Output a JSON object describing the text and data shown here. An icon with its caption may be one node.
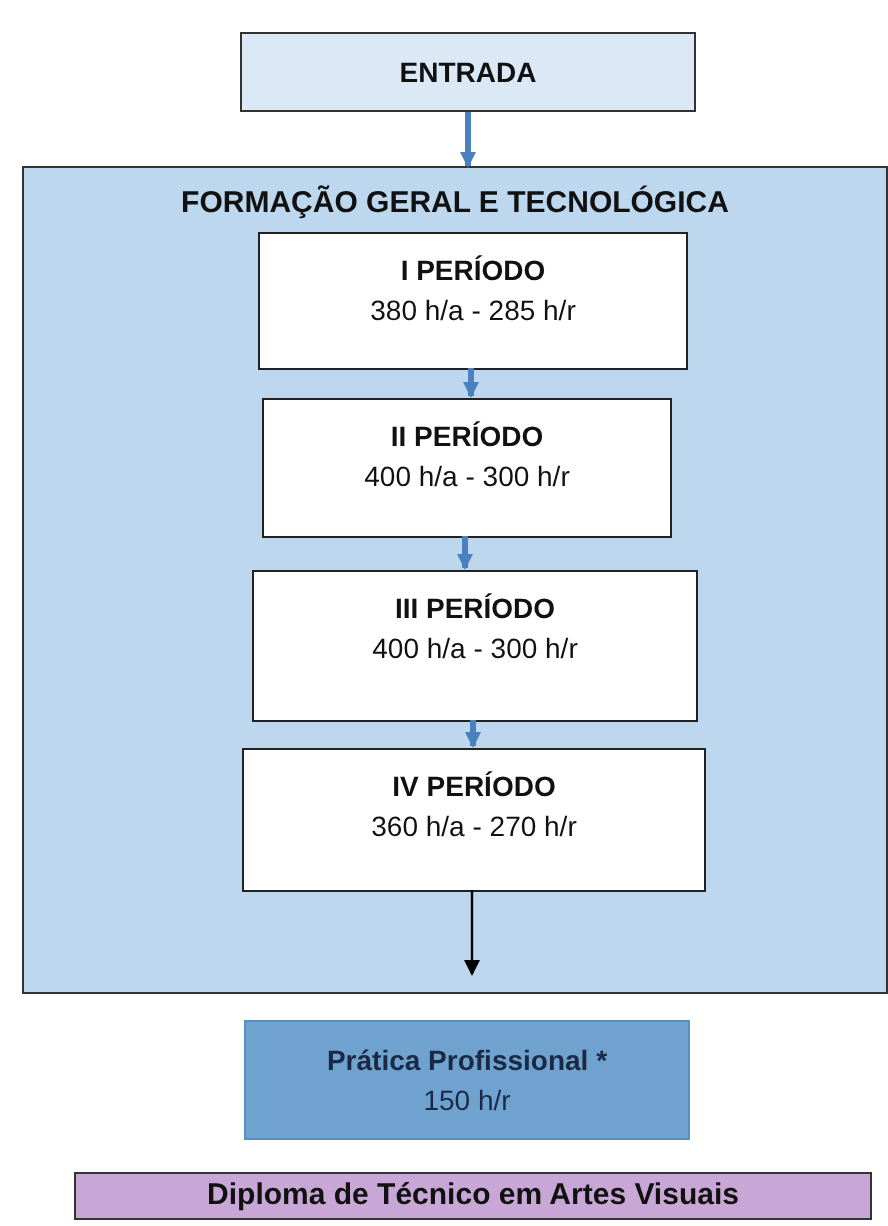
{
  "diagram": {
    "nodes": [
      {
        "text": [
          "ENTRADA"
        ]
      },
      {
        "text": [
          "FORMAÇÃO GERAL E TECNOLÓGICA"
        ]
      },
      {
        "text": [
          "I PERÍODO",
          "380 h/a - 285 h/r"
        ],
        "in": 1
      },
      {
        "text": [
          "II PERÍODO",
          "400 h/a - 300 h/r"
        ],
        "in": 1
      },
      {
        "text": [
          "III PERÍODO",
          "400 h/a - 300 h/r"
        ],
        "in": 1
      },
      {
        "text": [
          "IV PERÍODO",
          "360 h/a - 270 h/r"
        ],
        "in": 1
      },
      {
        "text": [
          "Prática Profissional *",
          "150 h/r"
        ]
      },
      {
        "text": [
          "Diploma de Técnico em Artes Visuais"
        ]
      }
    ],
    "edges": [
      {
        "from": 0,
        "to": 1,
        "arrow": "to"
      },
      {
        "from": 2,
        "to": 3,
        "arrow": "to"
      },
      {
        "from": 3,
        "to": 4,
        "arrow": "to"
      },
      {
        "from": 4,
        "to": 5,
        "arrow": "to"
      },
      {
        "from": 5,
        "to": null,
        "arrow": "to",
        "color": "#000000"
      }
    ]
  }
}
